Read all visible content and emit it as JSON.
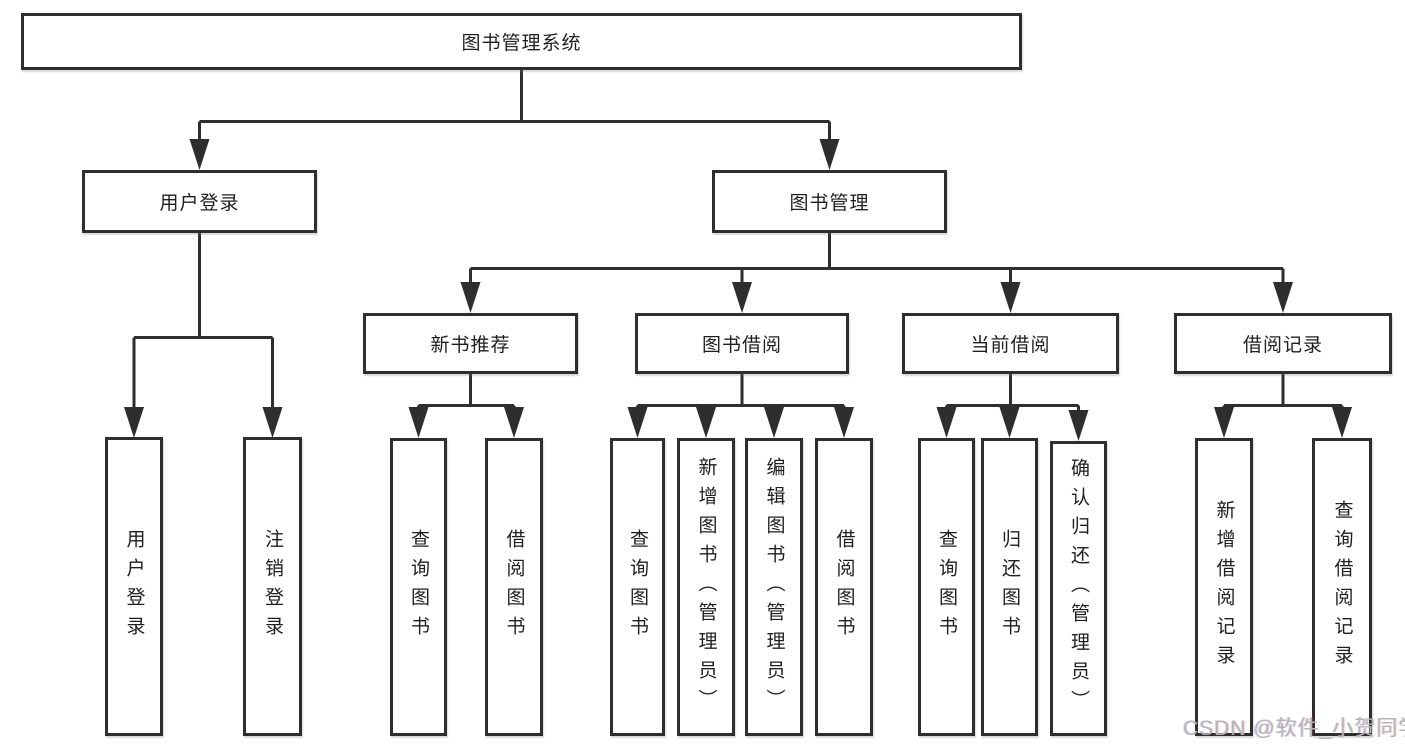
{
  "diagram": {
    "type": "hierarchy-tree",
    "nodes": {
      "root": "图书管理系统",
      "level2": [
        "用户登录",
        "图书管理"
      ],
      "level3": [
        "新书推荐",
        "图书借阅",
        "当前借阅",
        "借阅记录"
      ],
      "user_login_children": [
        "用户登录",
        "注销登录"
      ],
      "new_book_children": [
        "查询图书",
        "借阅图书"
      ],
      "book_borrow_children": [
        "查询图书",
        "新增图书（管理员）",
        "编辑图书（管理员）",
        "借阅图书"
      ],
      "current_borrow_children": [
        "查询图书",
        "归还图书",
        "确认归还（管理员）"
      ],
      "borrow_record_children": [
        "新增借阅记录",
        "查询借阅记录"
      ]
    },
    "tree": {
      "图书管理系统": {
        "用户登录": [
          "用户登录",
          "注销登录"
        ],
        "图书管理": {
          "新书推荐": [
            "查询图书",
            "借阅图书"
          ],
          "图书借阅": [
            "查询图书",
            "新增图书（管理员）",
            "编辑图书（管理员）",
            "借阅图书"
          ],
          "当前借阅": [
            "查询图书",
            "归还图书",
            "确认归还（管理员）"
          ],
          "借阅记录": [
            "新增借阅记录",
            "查询借阅记录"
          ]
        }
      }
    },
    "colors": {
      "line": "#2e2e2e",
      "text": "#1f1f1f",
      "background": "#ffffff",
      "watermark": "#b5b5b5"
    }
  },
  "watermark": {
    "text": "CSDN @软件_小贺同学"
  }
}
